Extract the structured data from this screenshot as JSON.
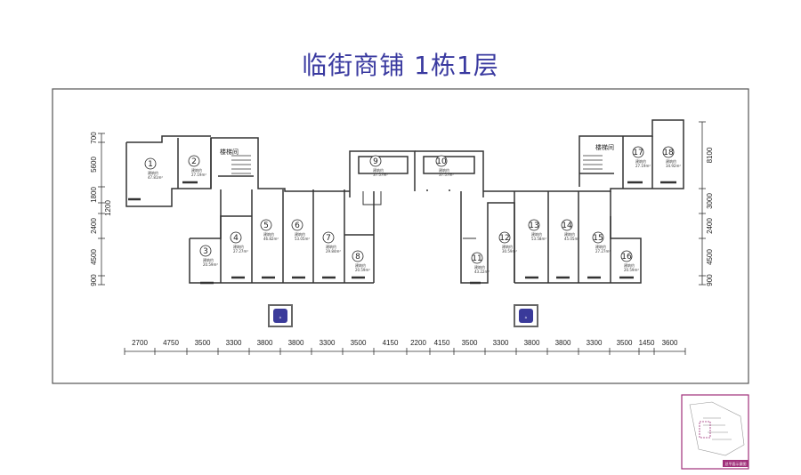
{
  "title": "临街商铺  1栋1层",
  "stair_label": "楼梯间",
  "area_label": "建筑约",
  "units": [
    {
      "num": "1",
      "area": "47.81m²"
    },
    {
      "num": "2",
      "area": "27.19m²"
    },
    {
      "num": "3",
      "area": "20.59m²"
    },
    {
      "num": "4",
      "area": "27.27m²"
    },
    {
      "num": "5",
      "area": "46.82m²"
    },
    {
      "num": "6",
      "area": "53.05m²"
    },
    {
      "num": "7",
      "area": "29.84m²"
    },
    {
      "num": "8",
      "area": "20.59m²"
    },
    {
      "num": "9",
      "area": "37.57m²"
    },
    {
      "num": "10",
      "area": "37.57m²"
    },
    {
      "num": "11",
      "area": "43.22m²"
    },
    {
      "num": "12",
      "area": "30.59m²"
    },
    {
      "num": "13",
      "area": "53.58m²"
    },
    {
      "num": "14",
      "area": "45.05m²"
    },
    {
      "num": "15",
      "area": "27.27m²"
    },
    {
      "num": "16",
      "area": "20.59m²"
    },
    {
      "num": "17",
      "area": "27.19m²"
    },
    {
      "num": "18",
      "area": "34.92m²"
    }
  ],
  "bottom_dims": [
    "2700",
    "4750",
    "3500",
    "3300",
    "3800",
    "3800",
    "3300",
    "3500",
    "4150",
    "2200",
    "4150",
    "3500",
    "3300",
    "3800",
    "3800",
    "3300",
    "3500",
    "1450",
    "3600"
  ],
  "left_dims": [
    "700",
    "5600",
    "1800",
    "1200",
    "2400",
    "4500",
    "900"
  ],
  "right_dims": [
    "8100",
    "3000",
    "2400",
    "4500",
    "900"
  ],
  "keyplan_label": "总平面示意图",
  "colors": {
    "title": "#3a3aa0",
    "frame": "#444444",
    "keyplan_frame": "#a0307a",
    "keyplan_bar": "#a0307a",
    "lift_badge": "#3a3a9a"
  }
}
